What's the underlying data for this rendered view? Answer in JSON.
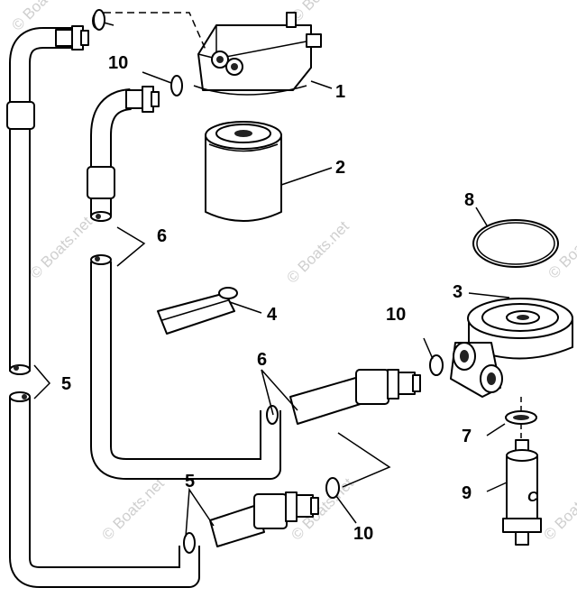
{
  "diagram": {
    "callouts": [
      {
        "id": "c1",
        "label": "1"
      },
      {
        "id": "c2",
        "label": "2"
      },
      {
        "id": "c3",
        "label": "3"
      },
      {
        "id": "c4",
        "label": "4"
      },
      {
        "id": "c5a",
        "label": "5"
      },
      {
        "id": "c5b",
        "label": "5"
      },
      {
        "id": "c6a",
        "label": "6"
      },
      {
        "id": "c6b",
        "label": "6"
      },
      {
        "id": "c7",
        "label": "7"
      },
      {
        "id": "c8",
        "label": "8"
      },
      {
        "id": "c9",
        "label": "9"
      },
      {
        "id": "c10a",
        "label": "10"
      },
      {
        "id": "c10b",
        "label": "10"
      },
      {
        "id": "c10c",
        "label": "10"
      }
    ],
    "sender_marking": "C"
  },
  "watermark": "© Boats.net"
}
